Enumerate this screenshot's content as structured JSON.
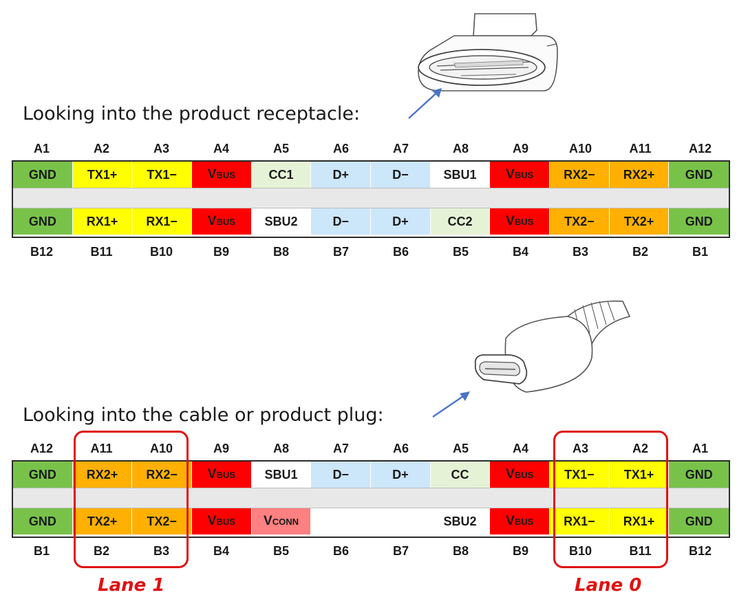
{
  "receptacle": {
    "heading": "Looking into the product receptacle:",
    "top_labels": [
      "A1",
      "A2",
      "A3",
      "A4",
      "A5",
      "A6",
      "A7",
      "A8",
      "A9",
      "A10",
      "A11",
      "A12"
    ],
    "top_pins": [
      {
        "text": "GND",
        "color": "#78c24a"
      },
      {
        "text": "TX1+",
        "color": "#ffff00"
      },
      {
        "text": "TX1−",
        "color": "#ffff00"
      },
      {
        "text": "Vbus",
        "color": "#ff0000",
        "small_caps": true
      },
      {
        "text": "CC1",
        "color": "#e6f2d6"
      },
      {
        "text": "D+",
        "color": "#cce6fa"
      },
      {
        "text": "D−",
        "color": "#cce6fa"
      },
      {
        "text": "SBU1",
        "color": "#ffffff"
      },
      {
        "text": "Vbus",
        "color": "#ff0000",
        "small_caps": true
      },
      {
        "text": "RX2−",
        "color": "#ffb000"
      },
      {
        "text": "RX2+",
        "color": "#ffb000"
      },
      {
        "text": "GND",
        "color": "#78c24a"
      }
    ],
    "bottom_pins": [
      {
        "text": "GND",
        "color": "#78c24a"
      },
      {
        "text": "RX1+",
        "color": "#ffff00"
      },
      {
        "text": "RX1−",
        "color": "#ffff00"
      },
      {
        "text": "Vbus",
        "color": "#ff0000",
        "small_caps": true
      },
      {
        "text": "SBU2",
        "color": "#ffffff"
      },
      {
        "text": "D−",
        "color": "#cce6fa"
      },
      {
        "text": "D+",
        "color": "#cce6fa"
      },
      {
        "text": "CC2",
        "color": "#e6f2d6"
      },
      {
        "text": "Vbus",
        "color": "#ff0000",
        "small_caps": true
      },
      {
        "text": "TX2−",
        "color": "#ffb000"
      },
      {
        "text": "TX2+",
        "color": "#ffb000"
      },
      {
        "text": "GND",
        "color": "#78c24a"
      }
    ],
    "bottom_labels": [
      "B12",
      "B11",
      "B10",
      "B9",
      "B8",
      "B7",
      "B6",
      "B5",
      "B4",
      "B3",
      "B2",
      "B1"
    ]
  },
  "plug": {
    "heading": "Looking into the cable or product plug:",
    "top_labels": [
      "A12",
      "A11",
      "A10",
      "A9",
      "A8",
      "A7",
      "A6",
      "A5",
      "A4",
      "A3",
      "A2",
      "A1"
    ],
    "top_pins": [
      {
        "text": "GND",
        "color": "#78c24a"
      },
      {
        "text": "RX2+",
        "color": "#ffb000"
      },
      {
        "text": "RX2−",
        "color": "#ffb000"
      },
      {
        "text": "Vbus",
        "color": "#ff0000",
        "small_caps": true
      },
      {
        "text": "SBU1",
        "color": "#ffffff"
      },
      {
        "text": "D−",
        "color": "#cce6fa"
      },
      {
        "text": "D+",
        "color": "#cce6fa"
      },
      {
        "text": "CC",
        "color": "#e6f2d6"
      },
      {
        "text": "Vbus",
        "color": "#ff0000",
        "small_caps": true
      },
      {
        "text": "TX1−",
        "color": "#ffff00"
      },
      {
        "text": "TX1+",
        "color": "#ffff00"
      },
      {
        "text": "GND",
        "color": "#78c24a"
      }
    ],
    "bottom_pins": [
      {
        "text": "GND",
        "color": "#78c24a"
      },
      {
        "text": "TX2+",
        "color": "#ffb000"
      },
      {
        "text": "TX2−",
        "color": "#ffb000"
      },
      {
        "text": "Vbus",
        "color": "#ff0000",
        "small_caps": true
      },
      {
        "text": "Vconn",
        "color": "#ff8080",
        "small_caps": true
      },
      {
        "text": "",
        "color": "#ffffff"
      },
      {
        "text": "",
        "color": "#ffffff"
      },
      {
        "text": "SBU2",
        "color": "#ffffff"
      },
      {
        "text": "Vbus",
        "color": "#ff0000",
        "small_caps": true
      },
      {
        "text": "RX1−",
        "color": "#ffff00"
      },
      {
        "text": "RX1+",
        "color": "#ffff00"
      },
      {
        "text": "GND",
        "color": "#78c24a"
      }
    ],
    "bottom_labels": [
      "B1",
      "B2",
      "B3",
      "B4",
      "B5",
      "B6",
      "B7",
      "B8",
      "B9",
      "B10",
      "B11",
      "B12"
    ]
  },
  "lanes": [
    {
      "label": "Lane 1"
    },
    {
      "label": "Lane 0"
    }
  ],
  "colors": {
    "arrow": "#4a74c4",
    "lane": "#e01212",
    "strip_border": "#2a2a2a"
  }
}
